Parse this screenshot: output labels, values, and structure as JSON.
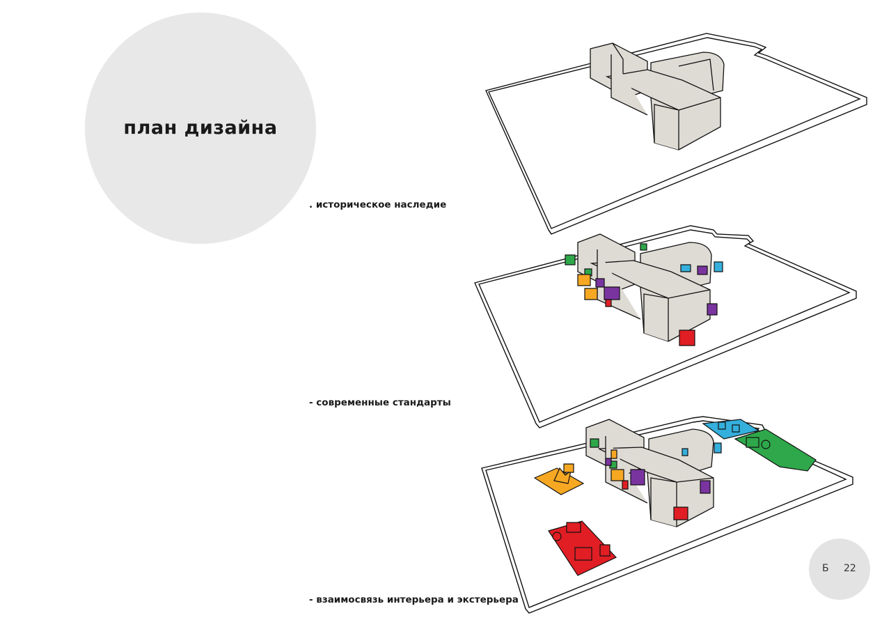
{
  "title": "план дизайна",
  "captions": {
    "heritage": ". историческое наследие",
    "standards": "- современные стандарты",
    "relationship": "- взаимосвязь интерьера и экстерьера"
  },
  "page": {
    "letter": "Б",
    "number": "22"
  },
  "colors": {
    "circle": "#e8e8e8",
    "building": "#dedbd4",
    "red": "#e01e24",
    "orange": "#f7a823",
    "green": "#2ea84a",
    "purple": "#7a34a0",
    "cyan": "#35b0dc"
  }
}
